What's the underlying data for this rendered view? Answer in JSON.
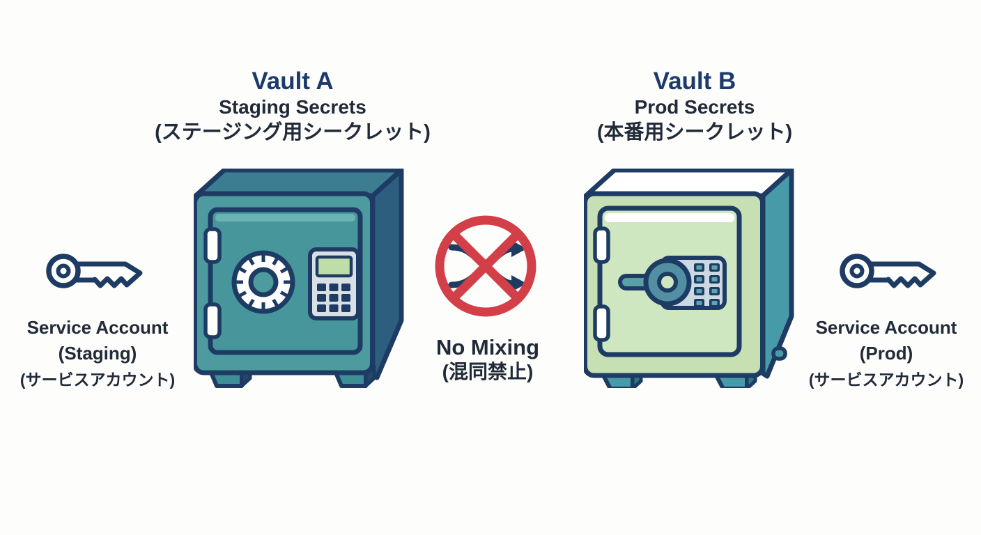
{
  "page": {
    "background": "#fdfdfb"
  },
  "vault_a": {
    "title": "Vault A",
    "subtitle": "Staging Secrets",
    "subtitle_ja": "(ステージング用シークレット)"
  },
  "vault_b": {
    "title": "Vault B",
    "subtitle": "Prod Secrets",
    "subtitle_ja": "(本番用シークレット)"
  },
  "no_mixing": {
    "label": "No Mixing",
    "label_ja": "(混同禁止)"
  },
  "service_account_staging": {
    "line1": "Service Account",
    "line2": "(Staging)",
    "line3": "(サービスアカウント)"
  },
  "service_account_prod": {
    "line1": "Service Account",
    "line2": "(Prod)",
    "line3": "(サービスアカウント)"
  },
  "icons": {
    "left": "key-icon",
    "right": "key-icon",
    "center": "no-mixing-prohibition-icon",
    "vault_a": "teal-safe-illustration",
    "vault_b": "green-safe-illustration"
  },
  "colors": {
    "outline_navy": "#1e3c63",
    "heading_navy": "#1c3a6b",
    "text_dark": "#212a38",
    "vault_a_front": "#4d9b9e",
    "vault_a_top": "#3d7d92",
    "vault_a_side": "#2e5e7e",
    "vault_b_front": "#c6e0b4",
    "vault_b_side": "#479ba9",
    "keypad_screen_green": "#bfdda6",
    "prohibition_red": "#d23f48"
  }
}
